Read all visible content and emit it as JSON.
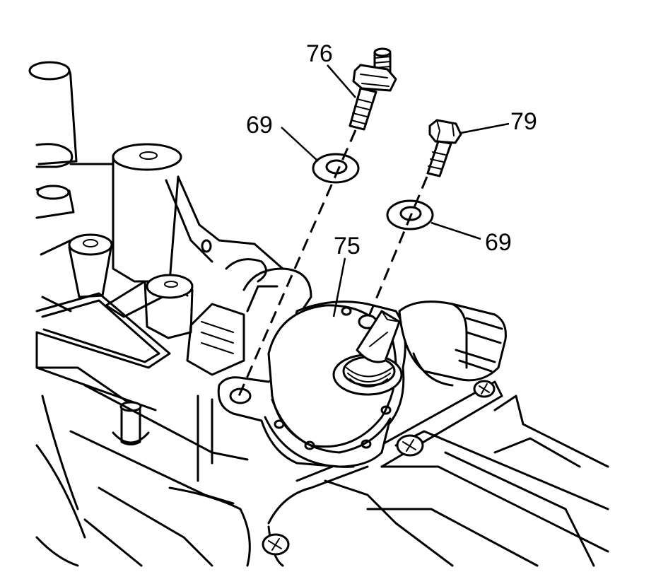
{
  "diagram": {
    "callouts": {
      "stud": "76",
      "washer_upper": "69",
      "bolt": "79",
      "washer_lower": "69",
      "switch": "75"
    }
  }
}
